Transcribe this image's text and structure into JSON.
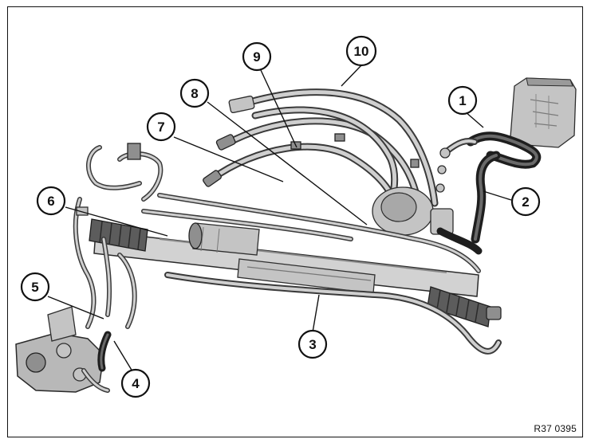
{
  "reference_code": "R37 0395",
  "callouts": [
    {
      "label": "1"
    },
    {
      "label": "2"
    },
    {
      "label": "3"
    },
    {
      "label": "4"
    },
    {
      "label": "5"
    },
    {
      "label": "6"
    },
    {
      "label": "7"
    },
    {
      "label": "8"
    },
    {
      "label": "9"
    },
    {
      "label": "10"
    }
  ]
}
